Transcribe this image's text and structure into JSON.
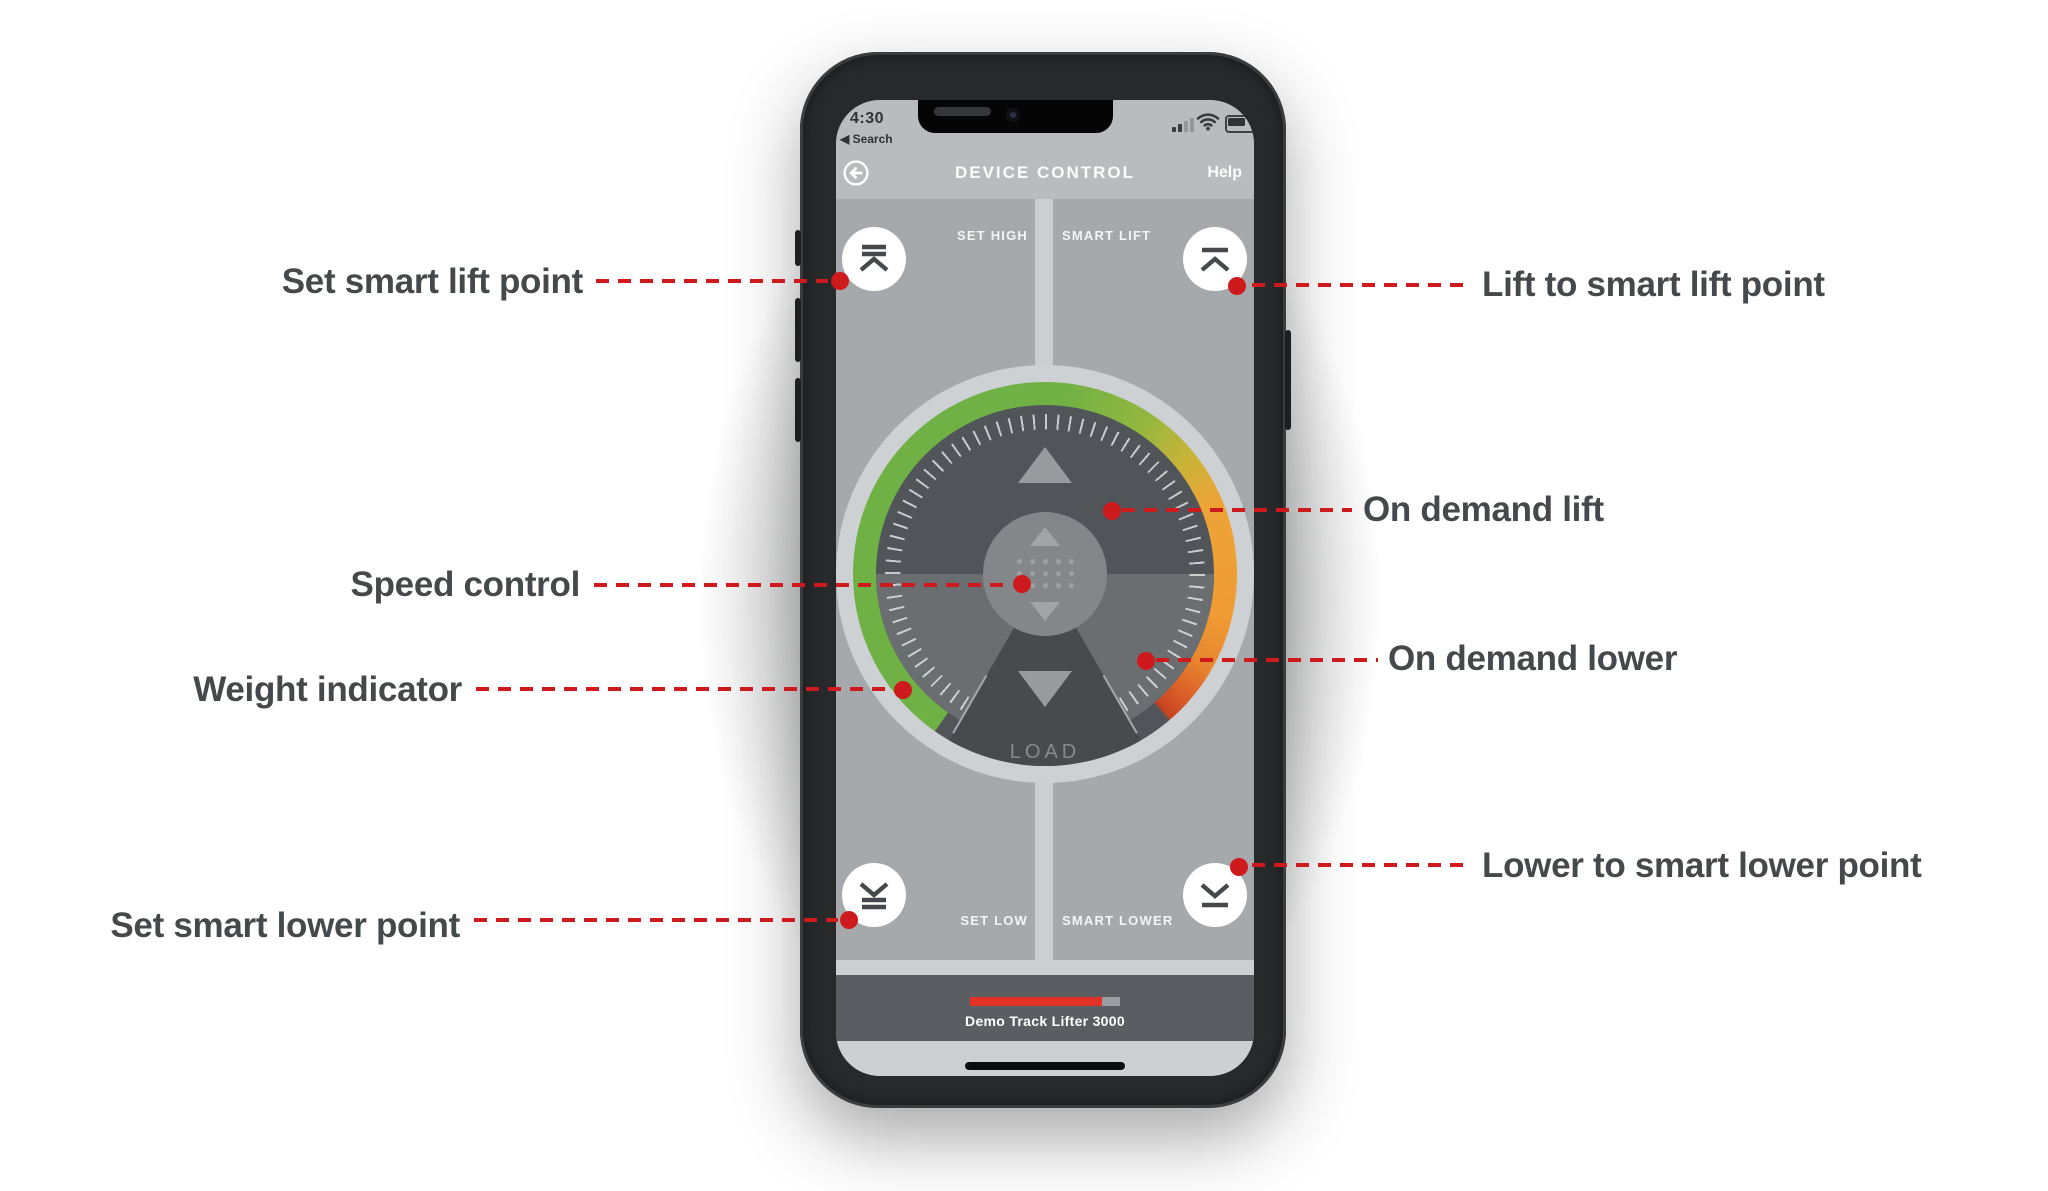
{
  "callouts": {
    "set_smart_lift": "Set smart lift point",
    "lift_to_smart_lift": "Lift to smart lift point",
    "on_demand_lift": "On demand lift",
    "speed_control": "Speed control",
    "on_demand_lower": "On demand lower",
    "weight_indicator": "Weight indicator",
    "lower_to_smart_lower": "Lower to smart lower point",
    "set_smart_lower": "Set smart lower point"
  },
  "phone": {
    "status": {
      "time": "4:30",
      "back_link": "◀ Search"
    },
    "header": {
      "title": "DEVICE CONTROL",
      "help": "Help"
    },
    "quadrant_labels": {
      "set_high": "SET HIGH",
      "smart_lift": "SMART LIFT",
      "set_low": "SET LOW",
      "smart_lower": "SMART LOWER"
    },
    "dial": {
      "load": "LOAD"
    },
    "footer": {
      "device_name": "Demo Track Lifter 3000",
      "progress_percent": 88
    }
  },
  "icons": {
    "back": "back-arrow-icon",
    "signal": "cellular-signal-icon",
    "wifi": "wifi-icon",
    "battery": "battery-icon",
    "set_high": "set-high-icon",
    "smart_lift": "lift-to-top-icon",
    "set_low": "set-low-icon",
    "smart_lower": "lower-to-bottom-icon",
    "on_demand_lift": "up-triangle-icon",
    "on_demand_lower": "down-triangle-icon",
    "speed_dots": "speed-dot-grid-icon"
  },
  "colors": {
    "accent_red": "#ce1a1c",
    "weight_green": "#6fb144",
    "weight_orange": "#f09b33",
    "weight_red_end": "#c74320",
    "screen_gray": "#a6a9ab",
    "divider_gray": "#cbcfd1",
    "dial_dark": "#515458",
    "footer_bar": "#5a5e63"
  }
}
